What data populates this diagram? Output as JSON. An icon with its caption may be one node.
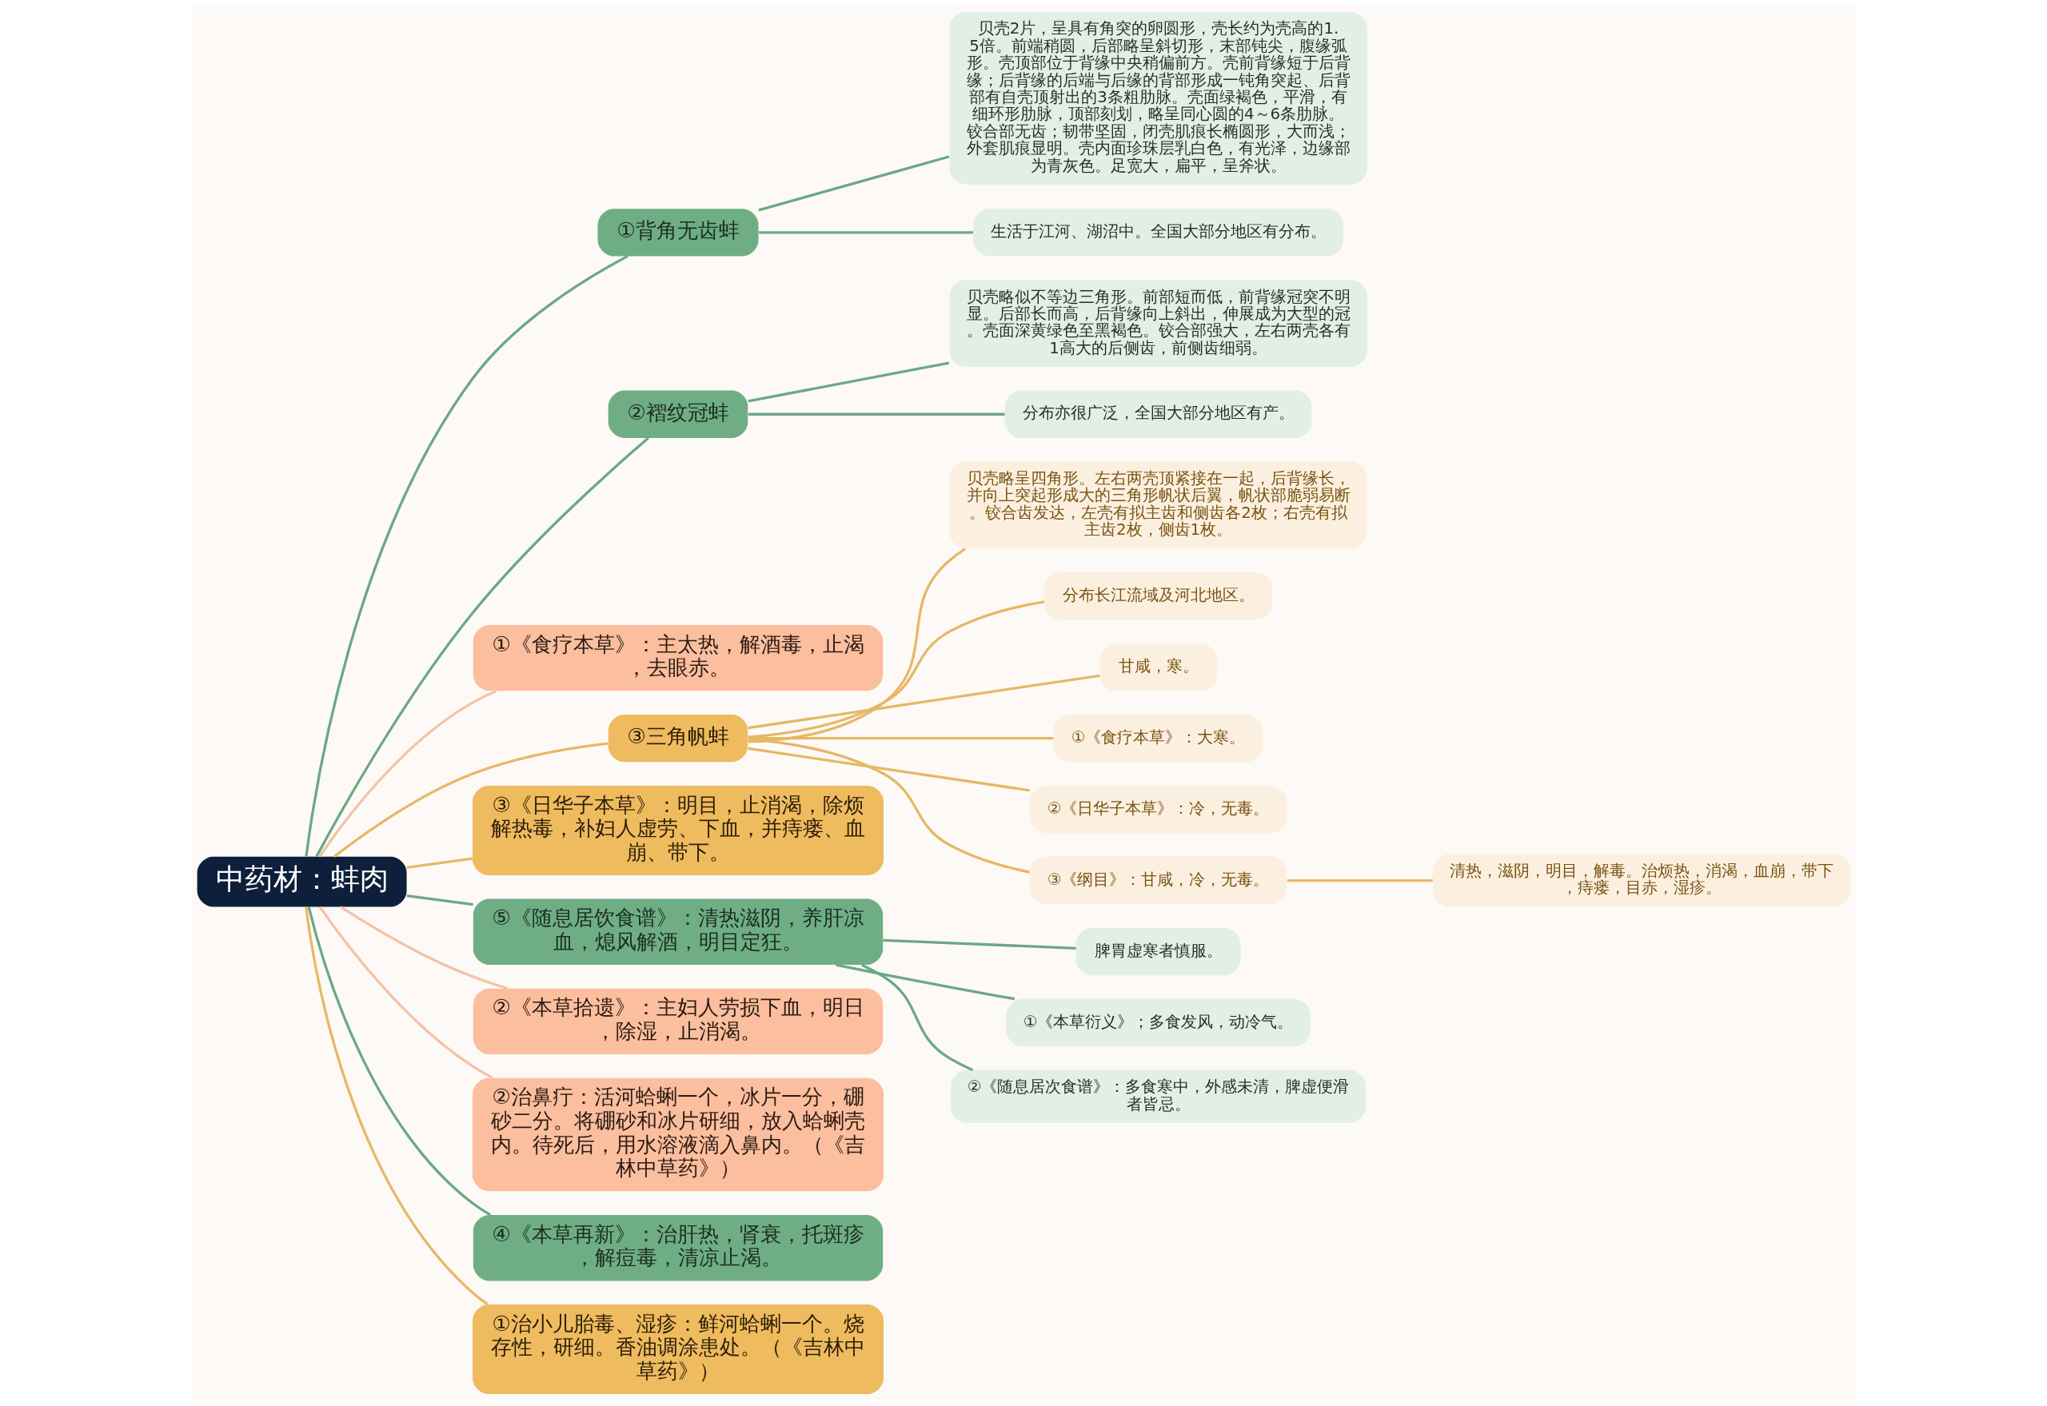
{
  "diagram": {
    "nodes": [
      {
        "text": [
          "中药材：蚌肉"
        ]
      },
      {
        "text": [
          "①背角无齿蚌"
        ]
      },
      {
        "text": [
          "贝壳2片，呈具有角突的卵圆形，壳长约为壳高的1.5倍。前端稍圆，后部略呈斜切形，末部钝尖，腹缘弧形。壳顶部位于背缘中央稍偏前方。壳前背缘短于后背缘；后背缘的后端与后缘的背部形成一钝角突起、后背部有自壳顶射出的3条粗肋脉。壳面绿褐色，平滑，有细环形肋脉，顶部刻划，略呈同心圆的4～6条肋脉。铰合部无齿；韧带坚固，闭壳肌痕长椭圆形，大而浅；外套肌痕显明。壳内面珍珠层乳白色，有光泽，边缘部为青灰色。足宽大，扁平，呈斧状。"
        ]
      },
      {
        "text": [
          "生活于江河、湖沼中。全国大部分地区有分布。"
        ]
      },
      {
        "text": [
          "②褶纹冠蚌"
        ]
      },
      {
        "text": [
          "贝壳略似不等边三角形。前部短而低，前背缘冠突不明显。后部长而高，后背缘向上斜出，伸展成为大型的冠。壳面深黄绿色至黑褐色。铰合部强大，左右两壳各有1高大的后侧齿，前侧齿细弱。"
        ]
      },
      {
        "text": [
          "分布亦很广泛，全国大部分地区有产。"
        ]
      },
      {
        "text": [
          "①《食疗本草》：主太热，解酒毒，止渴，去眼赤。"
        ]
      },
      {
        "text": [
          "③三角帆蚌"
        ]
      },
      {
        "text": [
          "贝壳略呈四角形。左右两壳顶紧接在一起，后背缘长，并向上突起形成大的三角形帆状后翼，帆状部脆弱易断。铰合齿发达，左壳有拟主齿和侧齿各2枚；右壳有拟主齿2枚，侧齿1枚。"
        ]
      },
      {
        "text": [
          "分布长江流域及河北地区。"
        ]
      },
      {
        "text": [
          "甘咸，寒。"
        ]
      },
      {
        "text": [
          "①《食疗本草》：大寒。"
        ]
      },
      {
        "text": [
          "②《日华子本草》：冷，无毒。"
        ]
      },
      {
        "text": [
          "③《纲目》：甘咸，冷，无毒。"
        ]
      },
      {
        "text": [
          "清热，滋阴，明目，解毒。治烦热，消渴，血崩，带下，痔瘘，目赤，湿疹。"
        ]
      },
      {
        "text": [
          "③《日华子本草》：明目，止消渴，除烦解热毒，补妇人虚劳、下血，并痔瘘、血崩、带下。"
        ]
      },
      {
        "text": [
          "⑤《随息居饮食谱》：清热滋阴，养肝凉血，熄风解酒，明目定狂。"
        ]
      },
      {
        "text": [
          "脾胃虚寒者慎服。"
        ]
      },
      {
        "text": [
          "①《本草衍义》；多食发风，动冷气。"
        ]
      },
      {
        "text": [
          "②《随息居次食谱》：多食寒中，外感未清，脾虚便滑者皆忌。"
        ]
      },
      {
        "text": [
          "②《本草拾遗》：主妇人劳损下血，明日，除湿，止消渴。"
        ]
      },
      {
        "text": [
          "②治鼻疔：活河蛤蜊一个，冰片一分，硼砂二分。将硼砂和冰片研细，放入蛤蜊壳内。待死后，用水溶液滴入鼻内。（《吉林中草药》）"
        ]
      },
      {
        "text": [
          "④《本草再新》：治肝热，肾衰，托斑疹，解痘毒，清凉止渴。"
        ]
      },
      {
        "text": [
          "①治小儿胎毒、湿疹：鲜河蛤蜊一个。烧存性，研细。香油调涂患处。（《吉林中草药》）"
        ]
      }
    ],
    "edges": [
      {
        "from": 0,
        "to": 1,
        "arrow": "none",
        "color": "#6aa983"
      },
      {
        "from": 1,
        "to": 2,
        "arrow": "none",
        "color": "#6aa983"
      },
      {
        "from": 1,
        "to": 3,
        "arrow": "none",
        "color": "#6aa983"
      },
      {
        "from": 0,
        "to": 4,
        "arrow": "none",
        "color": "#6aa983"
      },
      {
        "from": 4,
        "to": 5,
        "arrow": "none",
        "color": "#6aa983"
      },
      {
        "from": 4,
        "to": 6,
        "arrow": "none",
        "color": "#6aa983"
      },
      {
        "from": 0,
        "to": 7,
        "arrow": "none",
        "color": "#f3c3a8"
      },
      {
        "from": 0,
        "to": 8,
        "arrow": "none",
        "color": "#e6b865"
      },
      {
        "from": 8,
        "to": 9,
        "arrow": "none",
        "color": "#e6b865"
      },
      {
        "from": 8,
        "to": 10,
        "arrow": "none",
        "color": "#e6b865"
      },
      {
        "from": 8,
        "to": 11,
        "arrow": "none",
        "color": "#e6b865"
      },
      {
        "from": 8,
        "to": 12,
        "arrow": "none",
        "color": "#e6b865"
      },
      {
        "from": 8,
        "to": 13,
        "arrow": "none",
        "color": "#e6b865"
      },
      {
        "from": 8,
        "to": 14,
        "arrow": "none",
        "color": "#e6b865"
      },
      {
        "from": 14,
        "to": 15,
        "arrow": "none",
        "color": "#e6b865"
      },
      {
        "from": 0,
        "to": 16,
        "arrow": "none",
        "color": "#e6b865"
      },
      {
        "from": 0,
        "to": 17,
        "arrow": "none",
        "color": "#6aa983"
      },
      {
        "from": 17,
        "to": 18,
        "arrow": "none",
        "color": "#6aa983"
      },
      {
        "from": 17,
        "to": 19,
        "arrow": "none",
        "color": "#6aa983"
      },
      {
        "from": 17,
        "to": 20,
        "arrow": "none",
        "color": "#6aa983"
      },
      {
        "from": 0,
        "to": 21,
        "arrow": "none",
        "color": "#f3c3a8"
      },
      {
        "from": 0,
        "to": 22,
        "arrow": "none",
        "color": "#f3c3a8"
      },
      {
        "from": 0,
        "to": 23,
        "arrow": "none",
        "color": "#6aa983"
      },
      {
        "from": 0,
        "to": 24,
        "arrow": "none",
        "color": "#e6b865"
      }
    ]
  }
}
